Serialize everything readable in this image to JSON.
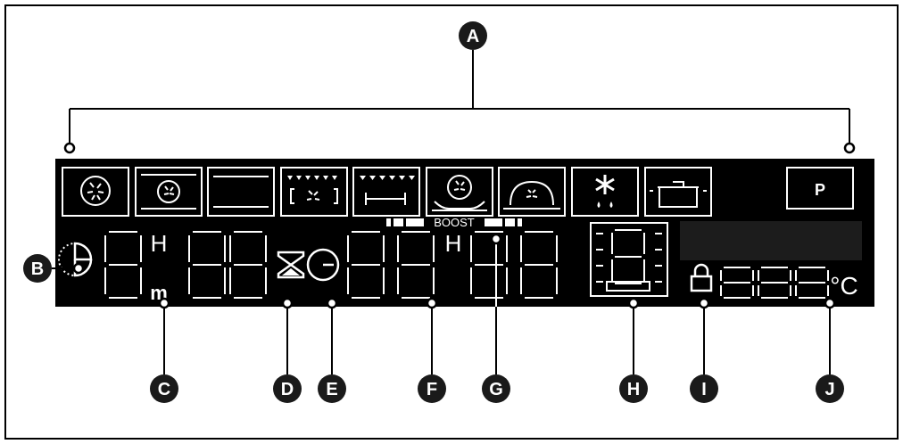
{
  "callouts": {
    "a": "A",
    "b": "B",
    "c": "C",
    "d": "D",
    "e": "E",
    "f": "F",
    "g": "G",
    "h": "H",
    "i": "I",
    "j": "J"
  },
  "lcd": {
    "hour_unit_left": "H",
    "minute_unit": "m",
    "hour_unit_right": "H",
    "boost_label": "BOOST",
    "program_key": "P",
    "temperature_unit": "°C"
  },
  "colors": {
    "panel": "#000000",
    "segment": "#ffffff",
    "badge": "#1a1a1a"
  }
}
